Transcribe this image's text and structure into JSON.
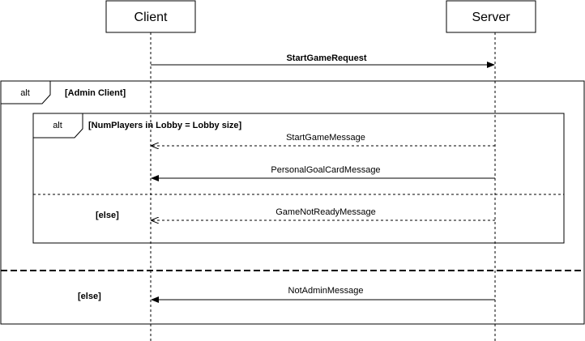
{
  "participants": {
    "client": "Client",
    "server": "Server"
  },
  "messages": {
    "start_game_request": "StartGameRequest",
    "start_game_message": "StartGameMessage",
    "personal_goal_card_message": "PersonalGoalCardMessage",
    "game_not_ready_message": "GameNotReadyMessage",
    "not_admin_message": "NotAdminMessage"
  },
  "frames": {
    "outer": {
      "tag": "alt",
      "guard": "[Admin Client]",
      "else_guard": "[else]"
    },
    "inner": {
      "tag": "alt",
      "guard": "[NumPlayers in Lobby = Lobby size]",
      "else_guard": "[else]"
    }
  }
}
